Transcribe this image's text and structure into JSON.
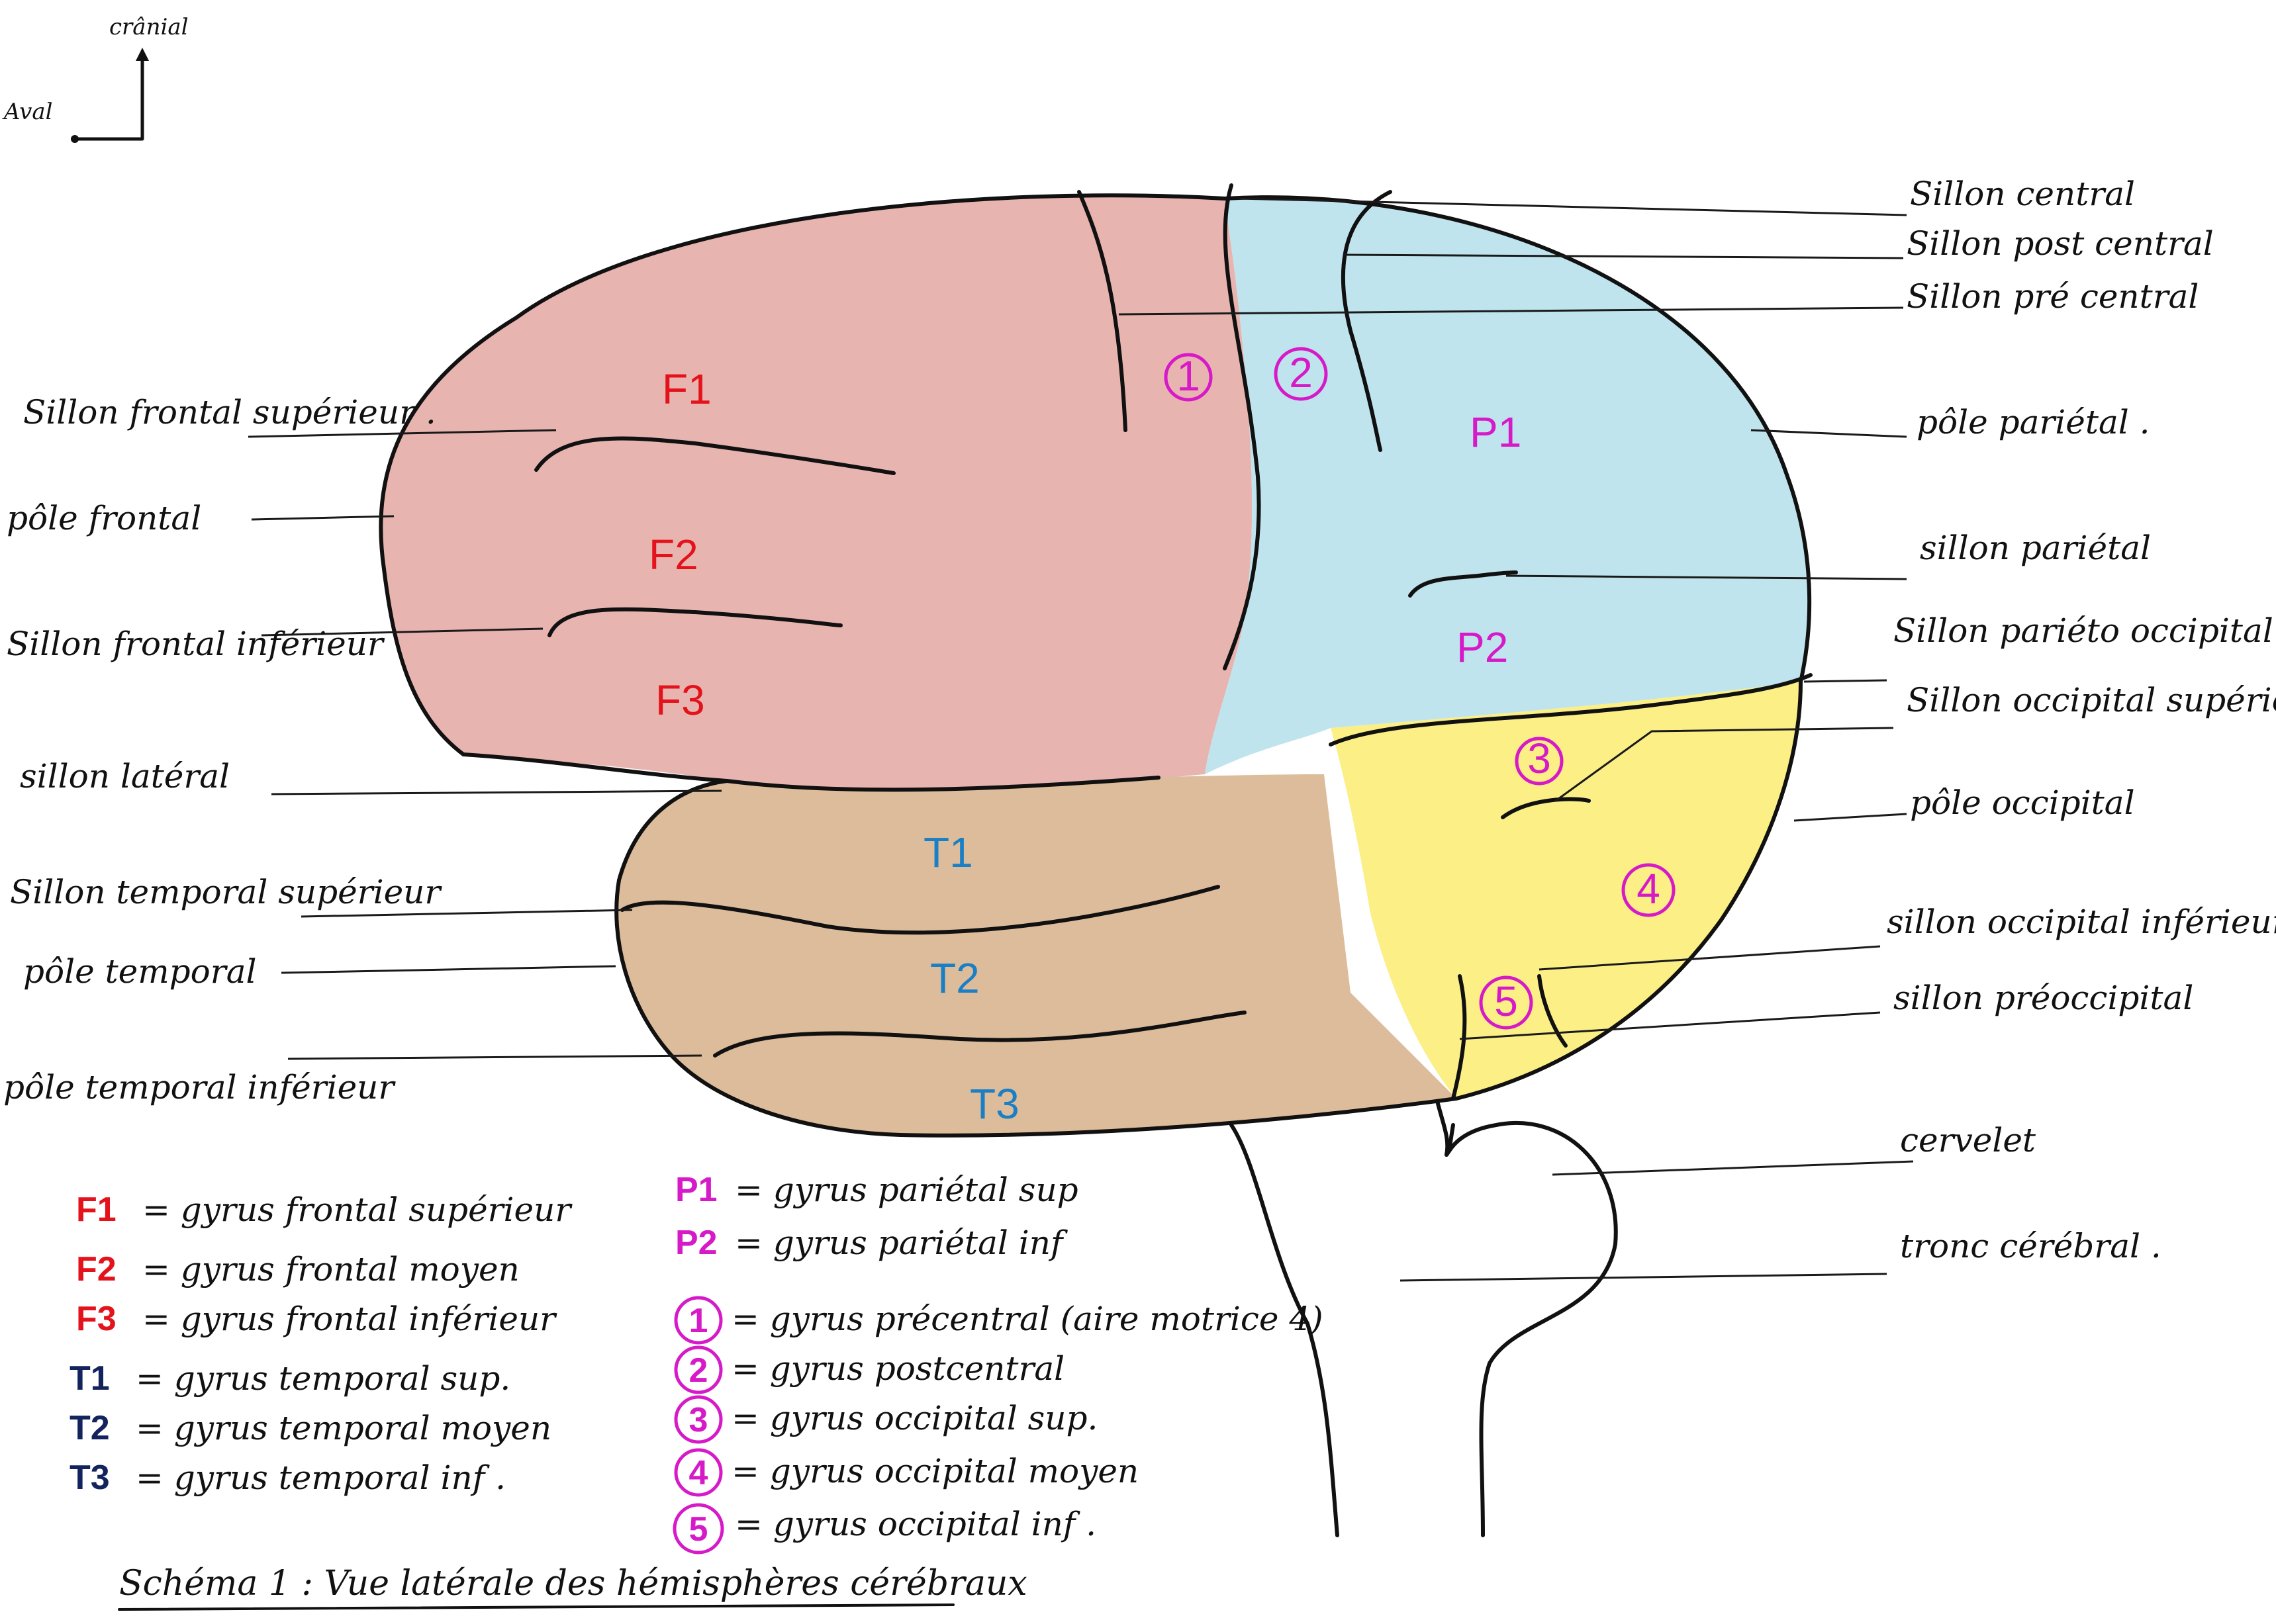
{
  "orientation": {
    "up": "crânial",
    "left": "Aval"
  },
  "colors": {
    "frontal": "#e8b4b0",
    "parietal": "#bfe4ee",
    "occipital": "#fbef86",
    "temporal": "#dcbc9a",
    "red_label": "#e3121b",
    "magenta_label": "#d61ac8",
    "blue_label": "#1a7fc4",
    "navy_label": "#13235e",
    "ink": "#111111"
  },
  "regions": {
    "F1": "F1",
    "F2": "F2",
    "F3": "F3",
    "P1": "P1",
    "P2": "P2",
    "T1": "T1",
    "T2": "T2",
    "T3": "T3",
    "c1": "1",
    "c2": "2",
    "c3": "3",
    "c4": "4",
    "c5": "5"
  },
  "labels_left": {
    "sillon_frontal_superieur": "Sillon frontal supérieur .",
    "pole_frontal": "pôle frontal",
    "sillon_frontal_inferieur": "Sillon frontal inférieur",
    "sillon_lateral": "sillon latéral",
    "sillon_temporal_superieur": "Sillon temporal supérieur",
    "pole_temporal": "pôle temporal",
    "pole_temporal_inferieur": "pôle temporal inférieur"
  },
  "labels_right": {
    "sillon_central": "Sillon central",
    "sillon_post_central": "Sillon post central",
    "sillon_pre_central": "Sillon pré central",
    "pole_parietal": "pôle pariétal .",
    "sillon_parietal": "sillon pariétal",
    "sillon_parieto_occipital": "Sillon pariéto occipital",
    "sillon_occipital_superieur": "Sillon occipital supérieur",
    "pole_occipital": "pôle occipital",
    "sillon_occipital_inferieur": "sillon occipital inférieur",
    "sillon_preoccipital": "sillon préoccipital",
    "cervelet": "cervelet",
    "tronc_cerebral": "tronc cérébral ."
  },
  "legend": [
    {
      "key": "F1",
      "text": "= gyrus frontal supérieur",
      "color": "#e3121b"
    },
    {
      "key": "F2",
      "text": "= gyrus frontal moyen",
      "color": "#e3121b"
    },
    {
      "key": "F3",
      "text": "= gyrus frontal inférieur",
      "color": "#e3121b"
    },
    {
      "key": "T1",
      "text": "= gyrus temporal sup.",
      "color": "#13235e"
    },
    {
      "key": "T2",
      "text": "= gyrus temporal moyen",
      "color": "#13235e"
    },
    {
      "key": "T3",
      "text": "= gyrus temporal inf .",
      "color": "#13235e"
    },
    {
      "key": "P1",
      "text": "= gyrus pariétal sup",
      "color": "#d61ac8"
    },
    {
      "key": "P2",
      "text": "= gyrus pariétal inf",
      "color": "#d61ac8"
    },
    {
      "key": "1",
      "text": "= gyrus précentral (aire motrice 4)",
      "color": "#d61ac8"
    },
    {
      "key": "2",
      "text": "= gyrus postcentral",
      "color": "#d61ac8"
    },
    {
      "key": "3",
      "text": "= gyrus occipital sup.",
      "color": "#d61ac8"
    },
    {
      "key": "4",
      "text": "= gyrus occipital moyen",
      "color": "#d61ac8"
    },
    {
      "key": "5",
      "text": "= gyrus occipital inf .",
      "color": "#d61ac8"
    }
  ],
  "caption": "Schéma 1 : Vue latérale des hémisphères cérébraux"
}
